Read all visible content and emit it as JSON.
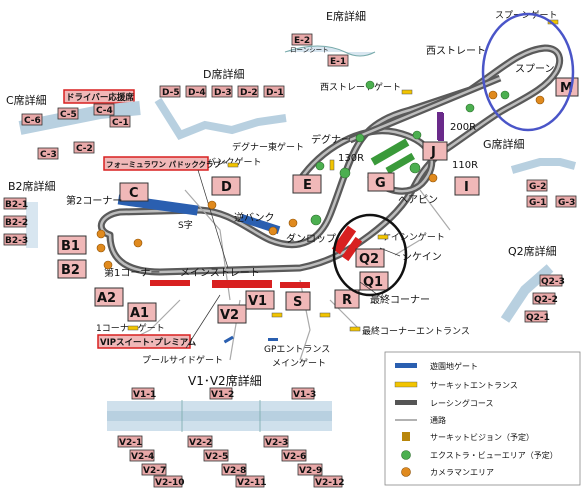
{
  "sections": {
    "e_detail": "E席詳細",
    "d_detail": "D席詳細",
    "c_detail": "C席詳細",
    "b2_detail": "B2席詳細",
    "g_detail": "G席詳細",
    "q2_detail": "Q2席詳細",
    "v_detail": "V1･V2席詳細"
  },
  "e_seats": [
    "E-2",
    "E-1"
  ],
  "e_note": "ローンシート",
  "d_seats": [
    "D-5",
    "D-4",
    "D-3",
    "D-2",
    "D-1"
  ],
  "c_seats": [
    "C-6",
    "C-5",
    "C-4",
    "C-1",
    "C-3",
    "C-2"
  ],
  "driver_stand": "ドライバー応援席",
  "b2_seats": [
    "B2-1",
    "B2-2",
    "B2-3"
  ],
  "g_seats": [
    "G-1",
    "G-2",
    "G-3"
  ],
  "q2_seats": [
    "Q2-3",
    "Q2-2",
    "Q2-1"
  ],
  "grandstands": {
    "C": "C",
    "D": "D",
    "E": "E",
    "B1": "B1",
    "B2": "B2",
    "A1": "A1",
    "A2": "A2",
    "V1": "V1",
    "V2": "V2",
    "S": "S",
    "R": "R",
    "Q1": "Q1",
    "Q2": "Q2",
    "G": "G",
    "I": "I",
    "J": "J",
    "M": "M"
  },
  "labels": {
    "spoon_gate": "スプーンゲート",
    "west_straight": "西ストレート",
    "spoon": "スプーン",
    "west_straight_gate": "西ストレートゲート",
    "degner": "デグナー",
    "r200": "200R",
    "r130": "130R",
    "r110": "110R",
    "hairpin": "ヘアピン",
    "degner_east_gate": "デグナー東ゲート",
    "reverse_bank_gate": "逆バンクゲート",
    "formula": "フォーミュラワン パドッククラブ™",
    "corner2": "第2コーナー",
    "s_curve": "S字",
    "reverse_bank": "逆バンク",
    "dunlop": "ダンロップ",
    "casio_gate": "ケイシンゲート",
    "casio": "シケイン",
    "corner1": "第1コーナー",
    "main_straight": "メインストレート",
    "last_corner": "最終コーナー",
    "corner1_gate": "1コーナーゲート",
    "vip": "VIPスイート･プレミアム",
    "last_corner_entrance": "最終コーナーエントランス",
    "gp_entrance": "GPエントランス",
    "pool_gate": "プールサイドゲート",
    "main_gate": "メインゲート"
  },
  "legend": [
    {
      "key": "amusement",
      "label": "遊園地ゲート",
      "color": "#2a5fb0"
    },
    {
      "key": "circuit_entrance",
      "label": "サーキットエントランス",
      "color": "#f2c400"
    },
    {
      "key": "course",
      "label": "レーシングコース",
      "color": "#555555"
    },
    {
      "key": "road",
      "label": "通路",
      "color": "#999999"
    },
    {
      "key": "vision",
      "label": "サーキットビジョン（予定）",
      "color": "#b8860b"
    },
    {
      "key": "extra",
      "label": "エクストラ・ビューエリア（予定）",
      "color": "#4caf50"
    },
    {
      "key": "camera",
      "label": "カメラマンエリア",
      "color": "#e08a1e"
    }
  ],
  "v_rows": {
    "top": [
      "V1-1",
      "V1-2",
      "V1-3"
    ],
    "bottom": [
      "V2-1",
      "V2-4",
      "V2-7",
      "V2-10",
      "V2-2",
      "V2-5",
      "V2-8",
      "V2-11",
      "V2-3",
      "V2-6",
      "V2-9",
      "V2-12"
    ]
  },
  "colors": {
    "stand": "#f0b8b8",
    "red_stand": "#d82020",
    "blue_stand": "#2a5fb0",
    "green_stand": "#3a9a3a",
    "purple_stand": "#6a2a8a"
  }
}
